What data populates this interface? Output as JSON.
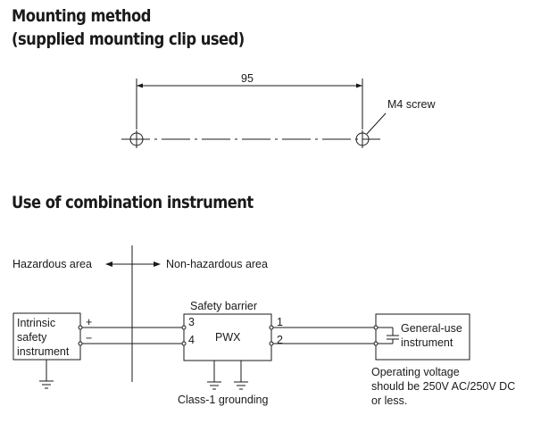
{
  "mounting": {
    "title_line1": "Mounting method",
    "title_line2": "(supplied mounting clip used)",
    "dimension": "95",
    "screw_label": "M4 screw"
  },
  "combination": {
    "title": "Use of combination instrument",
    "hazardous_label": "Hazardous area",
    "nonhazardous_label": "Non-hazardous area",
    "instrument_line1": "Intrinsic",
    "instrument_line2": "safety",
    "instrument_line3": "instrument",
    "plus": "+",
    "minus": "−",
    "barrier_label": "Safety barrier",
    "barrier_name": "PWX",
    "terminal_3": "3",
    "terminal_4": "4",
    "terminal_1": "1",
    "terminal_2": "2",
    "grounding_label": "Class-1 grounding",
    "general_line1": "General-use",
    "general_line2": "instrument",
    "voltage_line1": "Operating voltage",
    "voltage_line2": "should be 250V AC/250V DC",
    "voltage_line3": "or less."
  }
}
